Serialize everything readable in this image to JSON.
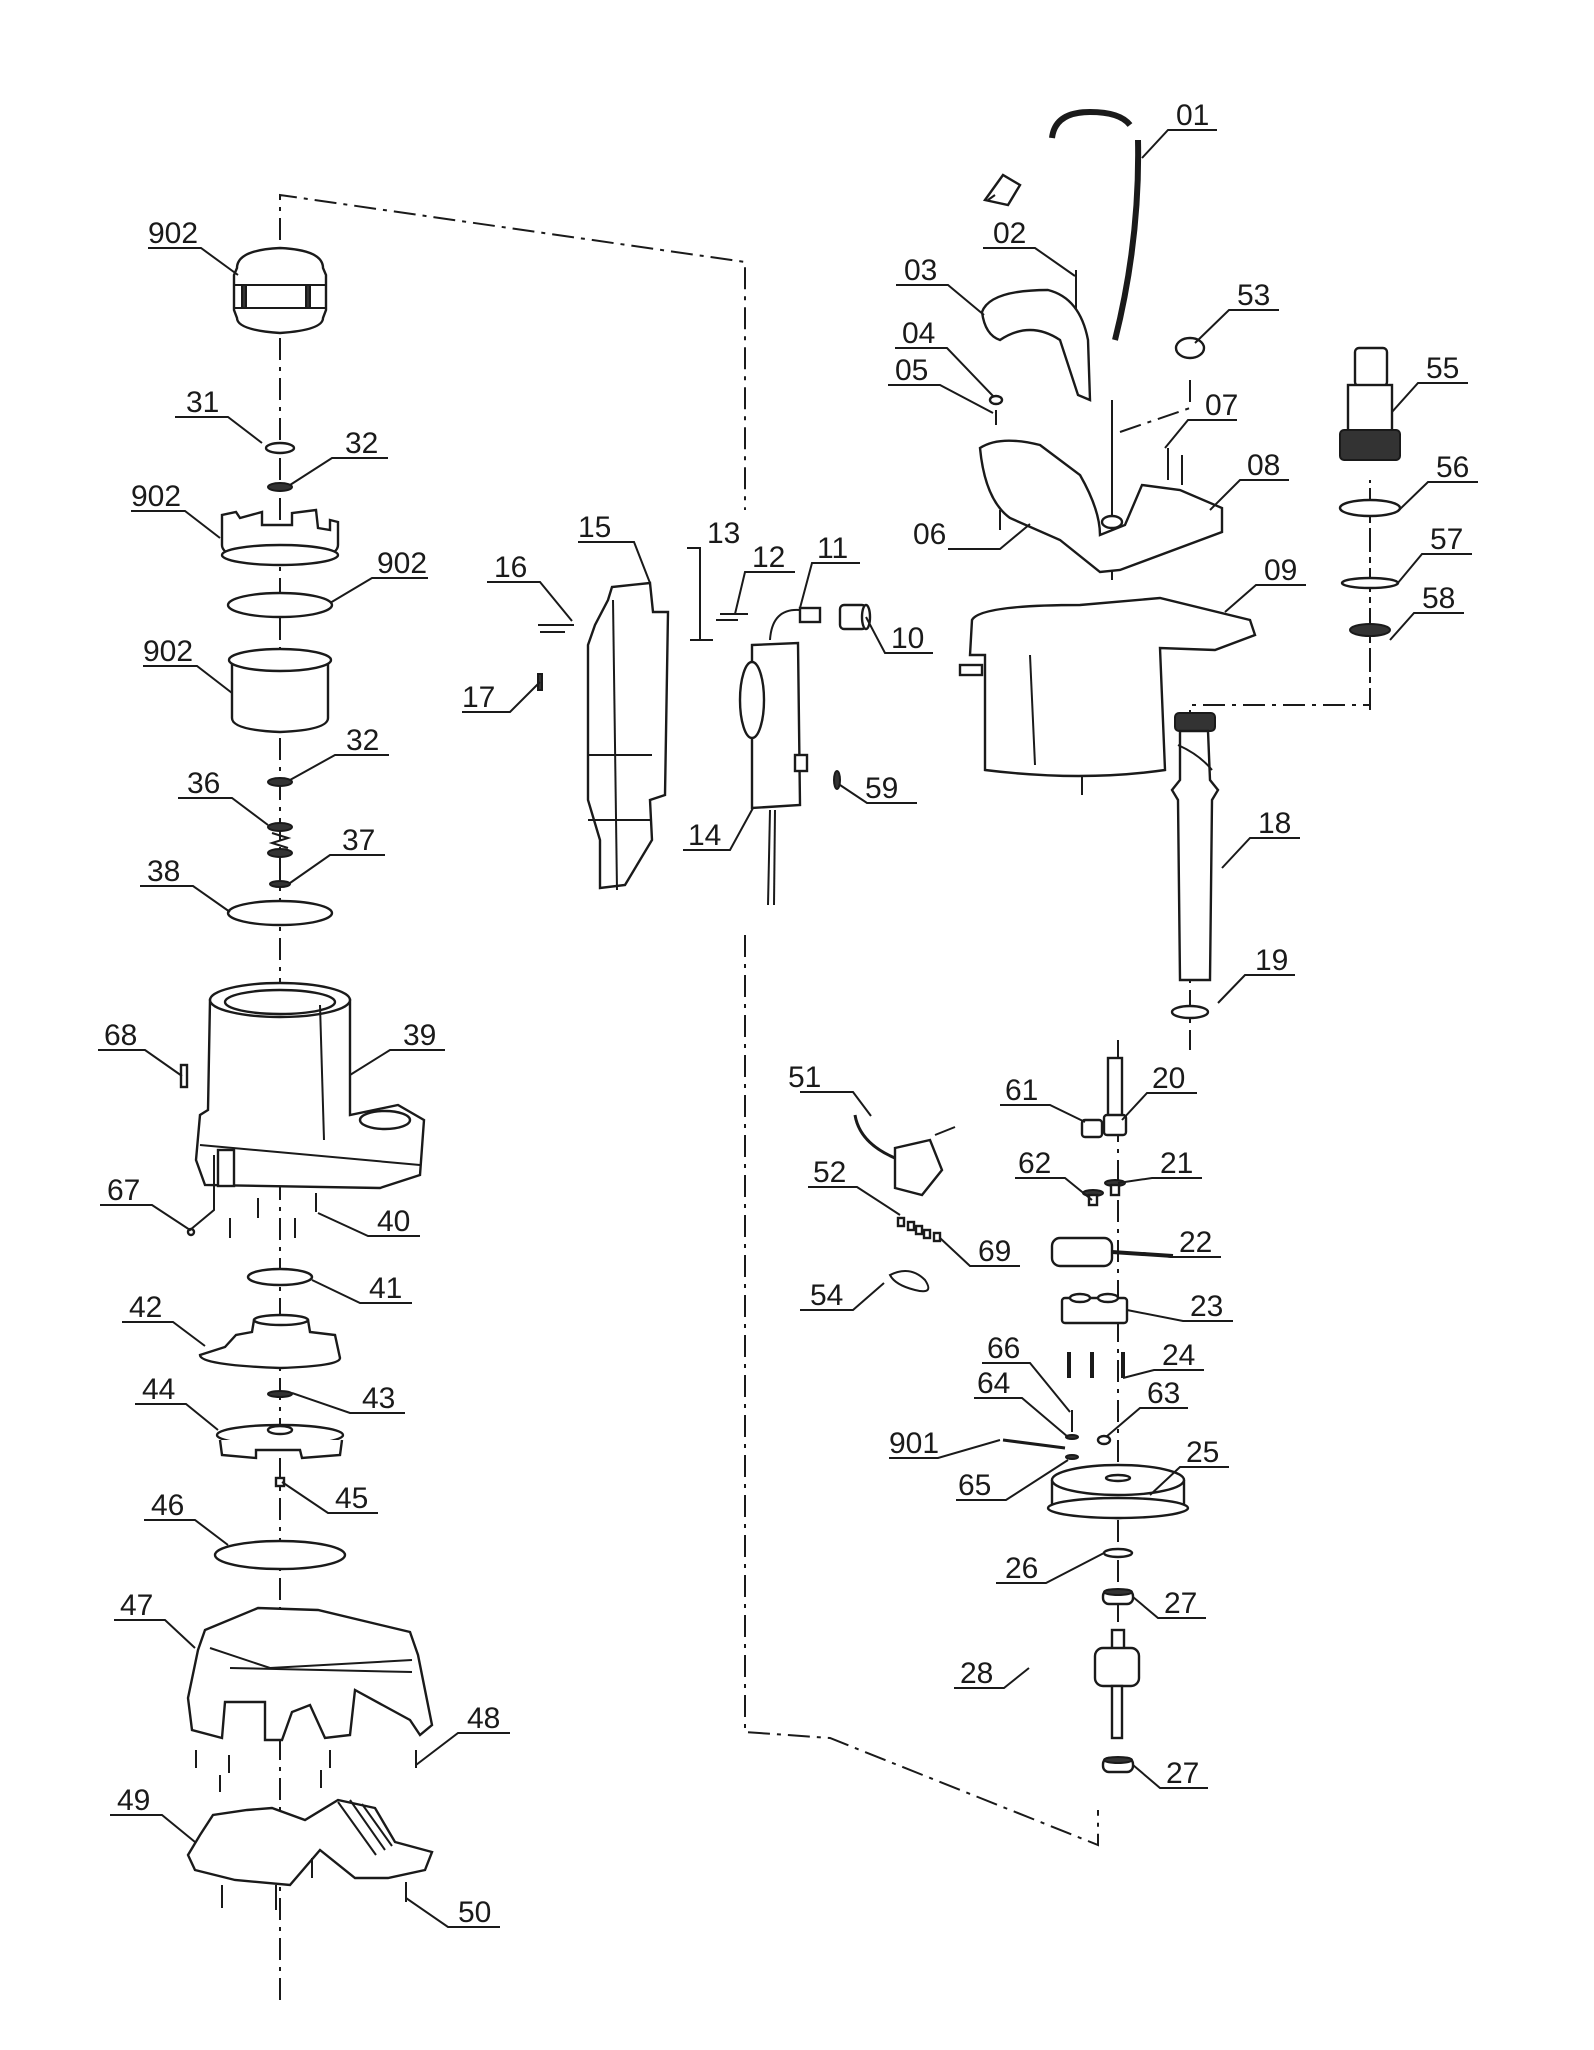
{
  "diagram": {
    "title": "Exploded parts diagram - submersible pump",
    "labels": [
      {
        "id": "01",
        "text": "01",
        "part": "power-cord-with-plug"
      },
      {
        "id": "02",
        "text": "02",
        "part": "screw"
      },
      {
        "id": "03",
        "text": "03",
        "part": "handle-cover"
      },
      {
        "id": "04",
        "text": "04",
        "part": "cap"
      },
      {
        "id": "05",
        "text": "05",
        "part": "screw"
      },
      {
        "id": "06",
        "text": "06",
        "part": "screw"
      },
      {
        "id": "07",
        "text": "07",
        "part": "screw"
      },
      {
        "id": "08",
        "text": "08",
        "part": "handle"
      },
      {
        "id": "09",
        "text": "09",
        "part": "motor-housing-top"
      },
      {
        "id": "10",
        "text": "10",
        "part": "knob"
      },
      {
        "id": "11",
        "text": "11",
        "part": "hose-elbow"
      },
      {
        "id": "12",
        "text": "12",
        "part": "screw"
      },
      {
        "id": "13",
        "text": "13",
        "part": "pin"
      },
      {
        "id": "14",
        "text": "14",
        "part": "switch-box"
      },
      {
        "id": "15",
        "text": "15",
        "part": "switch-cover"
      },
      {
        "id": "16",
        "text": "16",
        "part": "screw"
      },
      {
        "id": "17",
        "text": "17",
        "part": "clip"
      },
      {
        "id": "18",
        "text": "18",
        "part": "outlet-pipe"
      },
      {
        "id": "19",
        "text": "19",
        "part": "o-ring"
      },
      {
        "id": "20",
        "text": "20",
        "part": "sleeve"
      },
      {
        "id": "21",
        "text": "21",
        "part": "grommet"
      },
      {
        "id": "22",
        "text": "22",
        "part": "capacitor"
      },
      {
        "id": "23",
        "text": "23",
        "part": "bracket"
      },
      {
        "id": "24",
        "text": "24",
        "part": "screw"
      },
      {
        "id": "25",
        "text": "25",
        "part": "stator"
      },
      {
        "id": "26",
        "text": "26",
        "part": "washer"
      },
      {
        "id": "27",
        "text": "27",
        "part": "bearing"
      },
      {
        "id": "27b",
        "text": "27",
        "part": "bearing"
      },
      {
        "id": "28",
        "text": "28",
        "part": "rotor"
      },
      {
        "id": "31",
        "text": "31",
        "part": "seal"
      },
      {
        "id": "32",
        "text": "32",
        "part": "washer"
      },
      {
        "id": "32b",
        "text": "32",
        "part": "washer"
      },
      {
        "id": "36",
        "text": "36",
        "part": "mechanical-seal"
      },
      {
        "id": "37",
        "text": "37",
        "part": "circlip"
      },
      {
        "id": "38",
        "text": "38",
        "part": "o-ring"
      },
      {
        "id": "39",
        "text": "39",
        "part": "pump-housing"
      },
      {
        "id": "40",
        "text": "40",
        "part": "screw"
      },
      {
        "id": "41",
        "text": "41",
        "part": "seal-ring"
      },
      {
        "id": "42",
        "text": "42",
        "part": "diffuser"
      },
      {
        "id": "43",
        "text": "43",
        "part": "washer"
      },
      {
        "id": "44",
        "text": "44",
        "part": "impeller"
      },
      {
        "id": "45",
        "text": "45",
        "part": "nut"
      },
      {
        "id": "46",
        "text": "46",
        "part": "o-ring"
      },
      {
        "id": "47",
        "text": "47",
        "part": "pump-base"
      },
      {
        "id": "48",
        "text": "48",
        "part": "screw"
      },
      {
        "id": "49",
        "text": "49",
        "part": "bottom-plate"
      },
      {
        "id": "50",
        "text": "50",
        "part": "screw"
      },
      {
        "id": "51",
        "text": "51",
        "part": "float-switch"
      },
      {
        "id": "52",
        "text": "52",
        "part": "terminal"
      },
      {
        "id": "53",
        "text": "53",
        "part": "cable-gland"
      },
      {
        "id": "54",
        "text": "54",
        "part": "cable-tie"
      },
      {
        "id": "55",
        "text": "55",
        "part": "hose-connector"
      },
      {
        "id": "56",
        "text": "56",
        "part": "adapter"
      },
      {
        "id": "57",
        "text": "57",
        "part": "gasket"
      },
      {
        "id": "58",
        "text": "58",
        "part": "o-ring"
      },
      {
        "id": "59",
        "text": "59",
        "part": "seal"
      },
      {
        "id": "61",
        "text": "61",
        "part": "bushing"
      },
      {
        "id": "62",
        "text": "62",
        "part": "grommet"
      },
      {
        "id": "63",
        "text": "63",
        "part": "screw"
      },
      {
        "id": "64",
        "text": "64",
        "part": "washer"
      },
      {
        "id": "65",
        "text": "65",
        "part": "washer"
      },
      {
        "id": "66",
        "text": "66",
        "part": "screw"
      },
      {
        "id": "67",
        "text": "67",
        "part": "ball"
      },
      {
        "id": "68",
        "text": "68",
        "part": "plug"
      },
      {
        "id": "69",
        "text": "69",
        "part": "terminal"
      },
      {
        "id": "901",
        "text": "901",
        "part": "ground-wire"
      },
      {
        "id": "902a",
        "text": "902",
        "part": "seal-assembly-cap"
      },
      {
        "id": "902b",
        "text": "902",
        "part": "seal-holder"
      },
      {
        "id": "902c",
        "text": "902",
        "part": "ring"
      },
      {
        "id": "902d",
        "text": "902",
        "part": "oil-chamber-cup"
      }
    ]
  }
}
